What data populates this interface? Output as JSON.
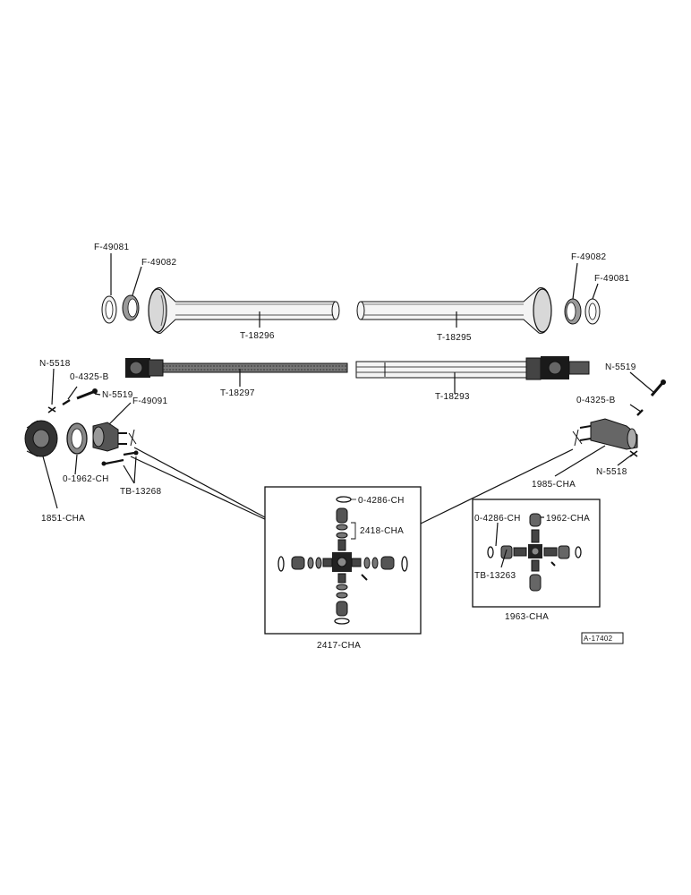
{
  "parts": {
    "f49081_left": "F-49081",
    "f49082_left": "F-49082",
    "t18296": "T-18296",
    "t18295": "T-18295",
    "f49082_right": "F-49082",
    "f49081_right": "F-49081",
    "n5518_left": "N-5518",
    "o4325b_left": "0-4325-B",
    "n5519_left": "N-5519",
    "t18297": "T-18297",
    "t18293": "T-18293",
    "n5519_right": "N-5519",
    "o4325b_right": "0-4325-B",
    "f49091": "F-49091",
    "o1962ch": "0-1962-CH",
    "tb13268": "TB-13268",
    "cha1851": "1851-CHA",
    "cha1985": "1985-CHA",
    "n5518_right": "N-5518",
    "o4286ch_a": "0-4286-CH",
    "cha2418": "2418-CHA",
    "cha2417": "2417-CHA",
    "o4286ch_b": "0-4286-CH",
    "cha1962": "1962-CHA",
    "tb13263": "TB-13263",
    "cha1963": "1963-CHA",
    "ref": "A-17402"
  },
  "colors": {
    "ink": "#111111",
    "paper": "#ffffff",
    "shade": "#9a9a9a"
  }
}
